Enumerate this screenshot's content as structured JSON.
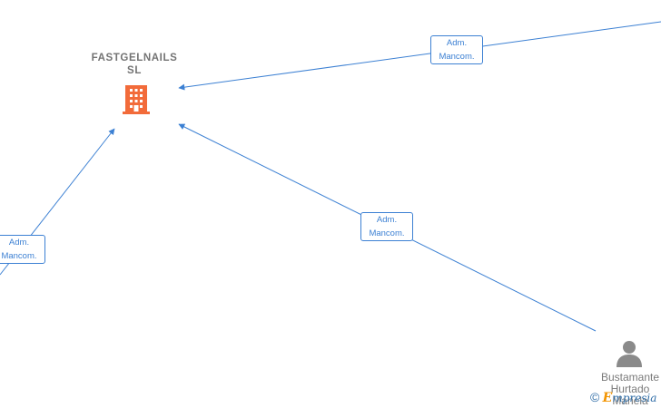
{
  "company": {
    "name_line1": "FASTGELNAILS",
    "name_line2": "SL",
    "icon": "building-icon",
    "icon_color": "#f26b3a"
  },
  "edges": [
    {
      "label_line1": "Adm.",
      "label_line2": "Mancom."
    },
    {
      "label_line1": "Adm.",
      "label_line2": "Mancom."
    },
    {
      "label_line1": "Adm.",
      "label_line2": "Mancom."
    }
  ],
  "person": {
    "icon": "person-icon",
    "name_line1": "Bustamante",
    "name_line2": "Hurtado",
    "name_line3": "Mariela"
  },
  "brand": {
    "copyright": "©",
    "logo_letter": "E",
    "logo_rest": "mpresia"
  },
  "colors": {
    "edge": "#3c80d3",
    "label_text": "#3c80d3",
    "node_text": "#737373",
    "person_icon": "#8a8a8a"
  }
}
